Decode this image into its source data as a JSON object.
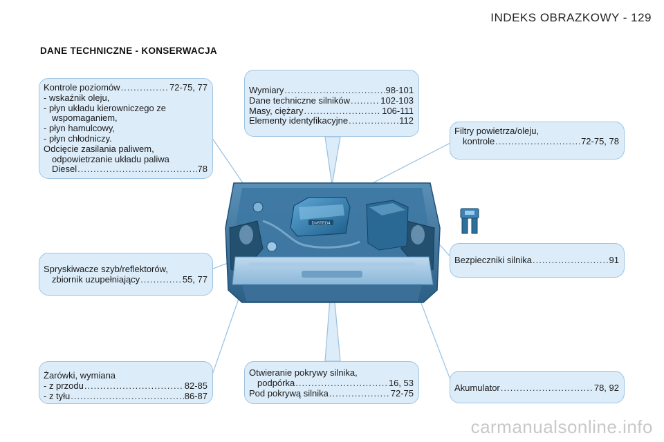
{
  "header": {
    "title": "INDEKS OBRAZKOWY - 129"
  },
  "section": {
    "title": "DANE TECHNICZNE - KONSERWACJA"
  },
  "callouts": {
    "levels": {
      "lines": [
        {
          "text": "Kontrole poziomów",
          "page": "72-75, 77"
        },
        {
          "text": "-  wskaźnik oleju,"
        },
        {
          "text": "-  płyn układu kierowniczego ze"
        },
        {
          "text": "wspomaganiem,",
          "indent": true
        },
        {
          "text": "-  płyn hamulcowy,"
        },
        {
          "text": "-  płyn chłodniczy."
        },
        {
          "text": "Odcięcie zasilania paliwem,"
        },
        {
          "text": "odpowietrzanie układu paliwa",
          "indent": true
        },
        {
          "text": "Diesel",
          "page": "78",
          "indent": true
        }
      ]
    },
    "dimensions": {
      "lines": [
        {
          "text": "Wymiary",
          "page": "98-101"
        },
        {
          "text": "Dane techniczne silników",
          "page": "102-103"
        },
        {
          "text": "Masy, ciężary",
          "page": "106-111"
        },
        {
          "text": "Elementy identyfikacyjne",
          "page": "112"
        }
      ]
    },
    "filters": {
      "lines": [
        {
          "text": "Filtry powietrza/oleju,"
        },
        {
          "text": "kontrole",
          "page": "72-75, 78",
          "indent": true
        }
      ]
    },
    "washers": {
      "lines": [
        {
          "text": "Spryskiwacze szyb/reflektorów,"
        },
        {
          "text": "zbiornik uzupełniający",
          "page": "55, 77",
          "indent": true
        }
      ]
    },
    "fuses": {
      "lines": [
        {
          "text": "Bezpieczniki silnika",
          "page": "91"
        }
      ]
    },
    "bulbs": {
      "lines": [
        {
          "text": "Żarówki, wymiana"
        },
        {
          "text": "-  z przodu",
          "page": "82-85"
        },
        {
          "text": "-  z tyłu",
          "page": "86-87"
        }
      ]
    },
    "bonnet": {
      "lines": [
        {
          "text": "Otwieranie pokrywy silnika,"
        },
        {
          "text": "podpórka",
          "page": "16, 53",
          "indent": true
        },
        {
          "text": "Pod pokrywą silnika",
          "page": "72-75"
        }
      ]
    },
    "battery": {
      "lines": [
        {
          "text": "Akumulator",
          "page": "78, 92"
        }
      ]
    }
  },
  "engine_cover_label": "DV6TED4",
  "watermark": "carmanualsonline.info",
  "colors": {
    "callout_fill": "#dcecf9",
    "callout_border": "#9ec4e2",
    "engine_blue": "#2f6f9c",
    "leader": "#9ec4e2"
  }
}
